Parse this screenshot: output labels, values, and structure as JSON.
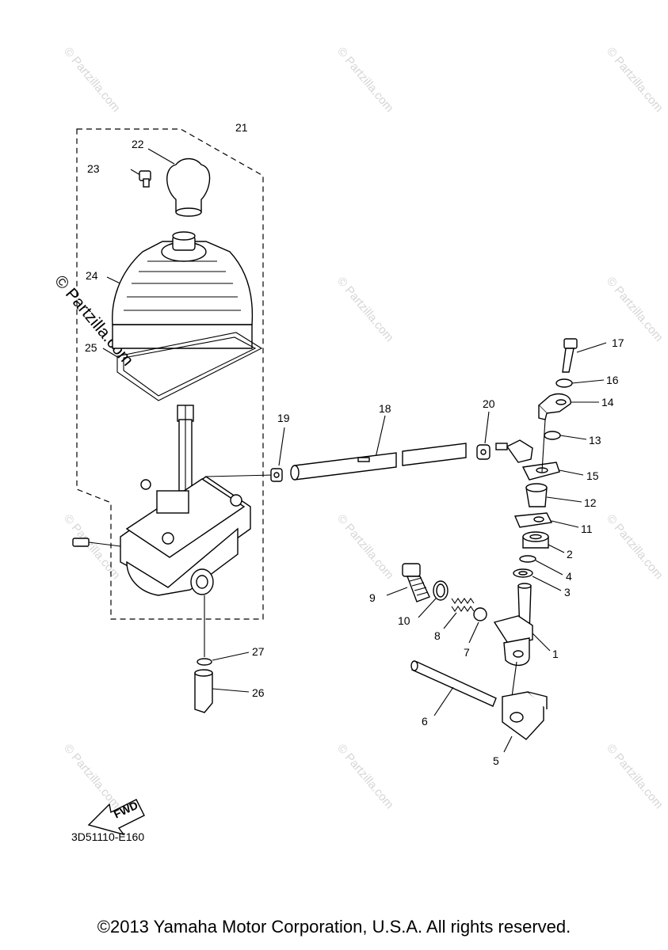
{
  "watermark": {
    "text": "© Partzilla.com"
  },
  "diagram_code": "3D51110-E160",
  "fwd_label": "FWD",
  "callouts": {
    "c1": "1",
    "c2": "2",
    "c3": "3",
    "c4": "4",
    "c5": "5",
    "c6": "6",
    "c7": "7",
    "c8": "8",
    "c9": "9",
    "c10": "10",
    "c11": "11",
    "c12": "12",
    "c13": "13",
    "c14": "14",
    "c15": "15",
    "c16": "16",
    "c17": "17",
    "c18": "18",
    "c19": "19",
    "c20": "20",
    "c21": "21",
    "c22": "22",
    "c23": "23",
    "c24": "24",
    "c25": "25",
    "c26": "26",
    "c27": "27"
  },
  "footer": {
    "copyright": "©2013 Yamaha Motor Corporation, U.S.A. All rights reserved."
  }
}
